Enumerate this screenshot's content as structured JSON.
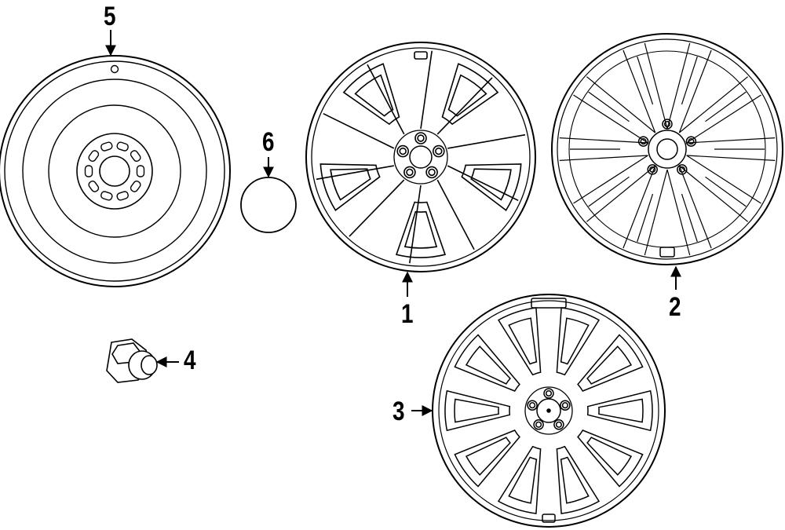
{
  "diagram": {
    "ink_color": "#000000",
    "background_color": "#ffffff",
    "parts": [
      {
        "callout": "1",
        "icon": "alloy-wheel-10-spoke-icon"
      },
      {
        "callout": "2",
        "icon": "alloy-wheel-multi-spoke-icon"
      },
      {
        "callout": "3",
        "icon": "alloy-wheel-split-spoke-icon"
      },
      {
        "callout": "4",
        "icon": "lug-nut-icon"
      },
      {
        "callout": "5",
        "icon": "spare-wheel-icon"
      },
      {
        "callout": "6",
        "icon": "center-cap-icon"
      }
    ]
  }
}
